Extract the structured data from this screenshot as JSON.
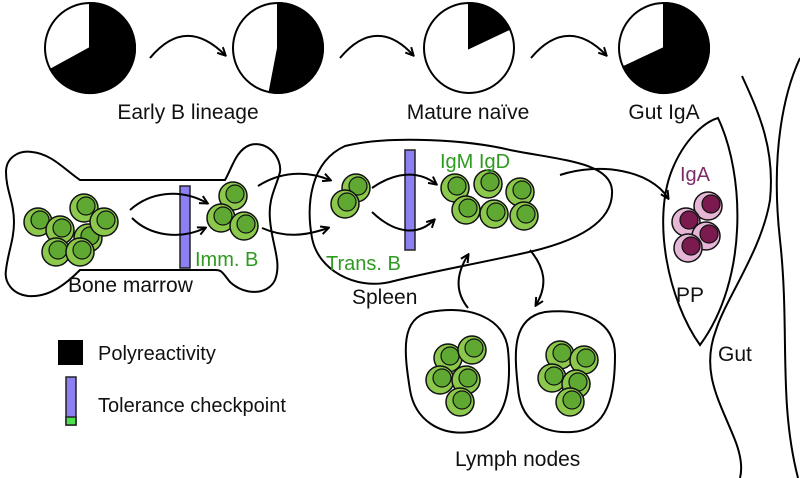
{
  "pies": [
    {
      "label": "Early B lineage",
      "polyreactive_fraction": 0.67
    },
    {
      "label": "",
      "polyreactive_fraction": 0.53
    },
    {
      "label": "Mature naïve",
      "polyreactive_fraction": 0.18
    },
    {
      "label": "Gut IgA",
      "polyreactive_fraction": 0.68
    }
  ],
  "compartments": {
    "bone_marrow": "Bone marrow",
    "spleen": "Spleen",
    "lymph_nodes": "Lymph nodes",
    "pp": "PP",
    "gut": "Gut"
  },
  "cell_labels": {
    "imm_b": "Imm. B",
    "trans_b": "Trans. B",
    "igm_igd": "IgM IgD",
    "iga": "IgA"
  },
  "legend": {
    "polyreactivity": "Polyreactivity",
    "checkpoint": "Tolerance checkpoint"
  },
  "colors": {
    "cell_outer": "#8cc84b",
    "cell_inner": "#5fa832",
    "iga_outer": "#e6b6d6",
    "iga_inner": "#7b1a4f",
    "checkpoint": "#8b7ff2",
    "checkpoint_tip": "#4ce04c",
    "green_text": "#2e9a1f",
    "purple_text": "#7b2d6a"
  }
}
